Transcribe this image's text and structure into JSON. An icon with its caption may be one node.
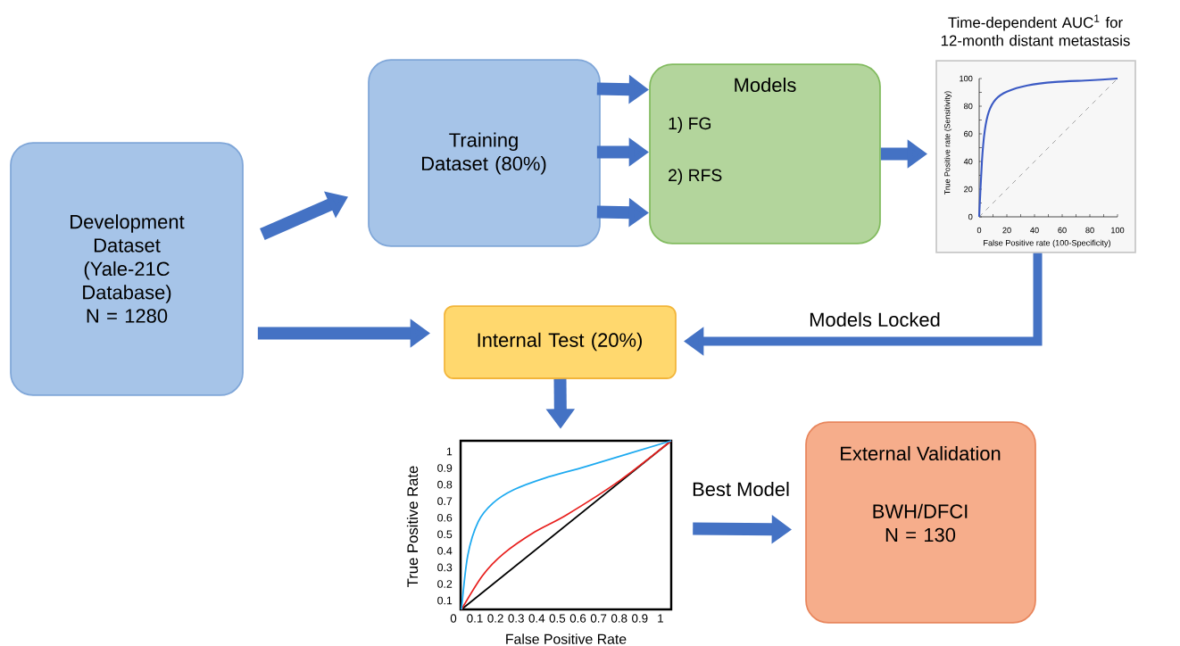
{
  "diagram": {
    "nodes": [
      {
        "text": [
          "Development Dataset (Yale-21C Database) N = 1280"
        ]
      },
      {
        "text": [
          "Training Dataset (80%)"
        ]
      },
      {
        "text": [
          "Models",
          "1) FG",
          "2) RFS"
        ]
      },
      {
        "text": [
          "Time-dependent AUC$^{1}$ for 12-month distant metastasis",
          "True Positive rate (Sensitivity)",
          "False Positive rate (100-Specificity)"
        ]
      },
      {
        "text": [
          "Internal Test (20%)"
        ]
      },
      {
        "text": [
          "True Positive Rate",
          "False Positive Rate"
        ]
      },
      {
        "text": [
          "External Validation",
          "BWH/DFCI N = 130"
        ]
      }
    ],
    "edges": [
      {
        "from": 0,
        "to": 1,
        "arrow": "to"
      },
      {
        "from": 1,
        "to": 2,
        "arrow": "to"
      },
      {
        "from": 1,
        "to": 2,
        "arrow": "to"
      },
      {
        "from": 1,
        "to": 2,
        "arrow": "to"
      },
      {
        "from": 2,
        "to": 3,
        "arrow": "to"
      },
      {
        "from": 3,
        "to": 4,
        "arrow": "to",
        "label": "Models Locked"
      },
      {
        "from": 0,
        "to": 4,
        "arrow": "to"
      },
      {
        "from": 4,
        "to": 5,
        "arrow": "to"
      },
      {
        "from": 5,
        "to": 6,
        "arrow": "to",
        "label": "Best Model"
      }
    ],
    "labels": [
      "100",
      "80",
      "60",
      "40",
      "20",
      "0",
      "0",
      "20",
      "40",
      "60",
      "80",
      "100",
      "1",
      "0.9",
      "0.8",
      "0.7",
      "0.6",
      "0.5",
      "0.4",
      "0.3",
      "0.2",
      "0.1",
      "0",
      "0.1",
      "0.2",
      "0.3",
      "0.4",
      "0.5",
      "0.6",
      "0.7",
      "0.8",
      "0.9",
      "1"
    ]
  }
}
